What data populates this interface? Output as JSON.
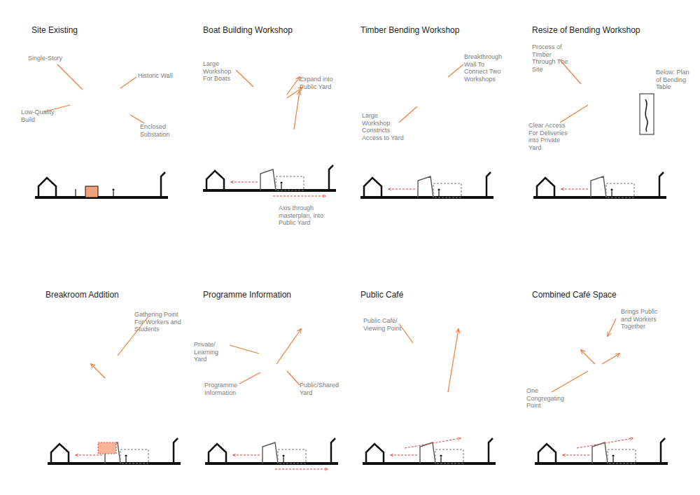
{
  "diagram": {
    "labels": [
      "Site Existing",
      "Single-Story",
      "Historic Wall",
      "Low-Quality Build",
      "Enclosed Substation",
      "Boat Building Workshop",
      "Large Workshop For Boats",
      "Expand into Public Yard",
      "Axis through masterplan, into Public Yard",
      "Timber Bending Workshop",
      "Breakthrough Wall To Connect Two Workshops",
      "Large Workshop Constricts Access to Yard",
      "Resize of Bending Workshop",
      "Process of Timber Through The Site",
      "Below: Plan of Bending Table",
      "Clear Access For Deliveries into Private Yard",
      "Breakroom Addition",
      "Gathering Point For Workers and Students",
      "Programme Information",
      "Private/ Learning Yard",
      "Programme Information",
      "Public/Shared Yard",
      "Public Café",
      "Public Café/ Viewing Point",
      "Combined Café Space",
      "Brings Public and Workers Together",
      "One Congregating Point"
    ]
  }
}
